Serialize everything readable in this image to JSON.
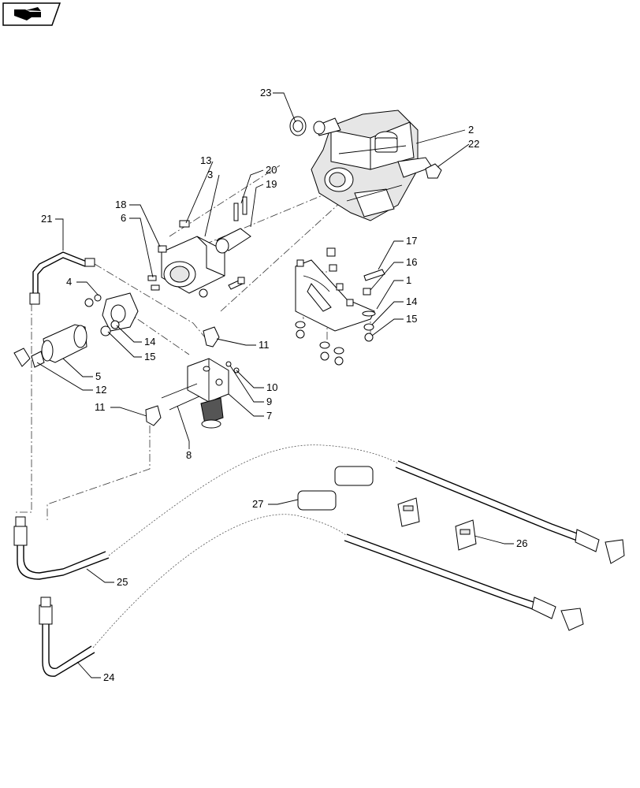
{
  "nav_icon": {
    "name": "navigation-arrow-icon"
  },
  "callouts": [
    {
      "id": "c23",
      "label": "23"
    },
    {
      "id": "c2",
      "label": "2"
    },
    {
      "id": "c22",
      "label": "22"
    },
    {
      "id": "c13",
      "label": "13"
    },
    {
      "id": "c3",
      "label": "3"
    },
    {
      "id": "c20",
      "label": "20"
    },
    {
      "id": "c19",
      "label": "19"
    },
    {
      "id": "c18",
      "label": "18"
    },
    {
      "id": "c6",
      "label": "6"
    },
    {
      "id": "c21",
      "label": "21"
    },
    {
      "id": "c17",
      "label": "17"
    },
    {
      "id": "c16",
      "label": "16"
    },
    {
      "id": "c1",
      "label": "1"
    },
    {
      "id": "c14r",
      "label": "14"
    },
    {
      "id": "c15r",
      "label": "15"
    },
    {
      "id": "c4",
      "label": "4"
    },
    {
      "id": "c14l",
      "label": "14"
    },
    {
      "id": "c15l",
      "label": "15"
    },
    {
      "id": "c11a",
      "label": "11"
    },
    {
      "id": "c5",
      "label": "5"
    },
    {
      "id": "c12",
      "label": "12"
    },
    {
      "id": "c10",
      "label": "10"
    },
    {
      "id": "c9",
      "label": "9"
    },
    {
      "id": "c7",
      "label": "7"
    },
    {
      "id": "c11b",
      "label": "11"
    },
    {
      "id": "c8",
      "label": "8"
    },
    {
      "id": "c27",
      "label": "27"
    },
    {
      "id": "c26",
      "label": "26"
    },
    {
      "id": "c25",
      "label": "25"
    },
    {
      "id": "c24",
      "label": "24"
    }
  ]
}
